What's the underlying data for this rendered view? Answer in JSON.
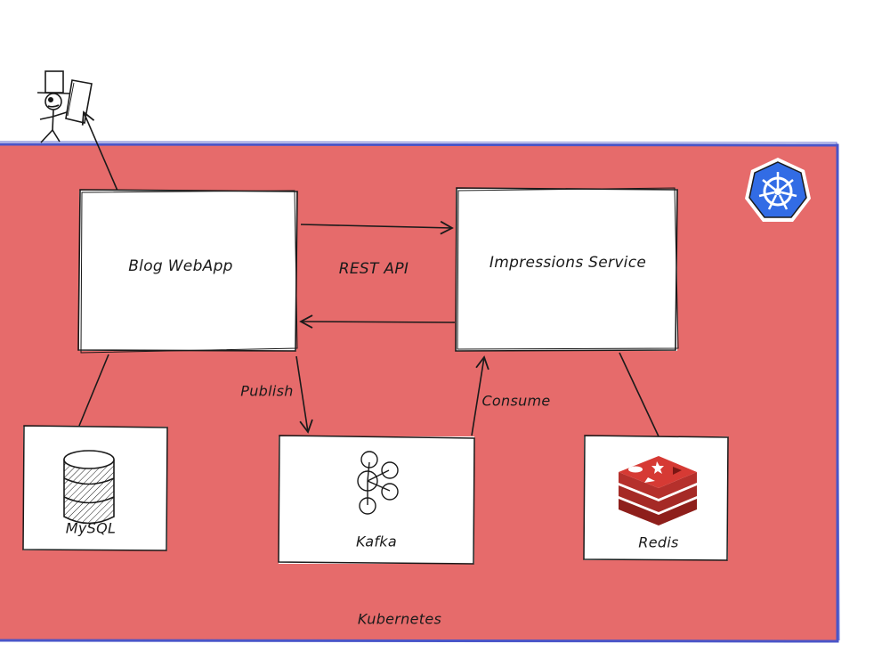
{
  "colors": {
    "cluster_fill": "#e66b6b",
    "cluster_border": "#4a55c8",
    "box_fill": "#ffffff",
    "stroke": "#1a1a1a",
    "redis": "#b5302c",
    "k8s": "#326ce5"
  },
  "cluster": {
    "label": "Kubernetes",
    "icon": "kubernetes-icon"
  },
  "services": {
    "blog": "Blog WebApp",
    "impressions": "Impressions Service"
  },
  "datastores": {
    "mysql": "MySQL",
    "kafka": "Kafka",
    "redis": "Redis"
  },
  "edges": {
    "rest": "REST API",
    "publish": "Publish",
    "consume": "Consume"
  },
  "actor": {
    "icon": "user-with-phone-icon"
  }
}
